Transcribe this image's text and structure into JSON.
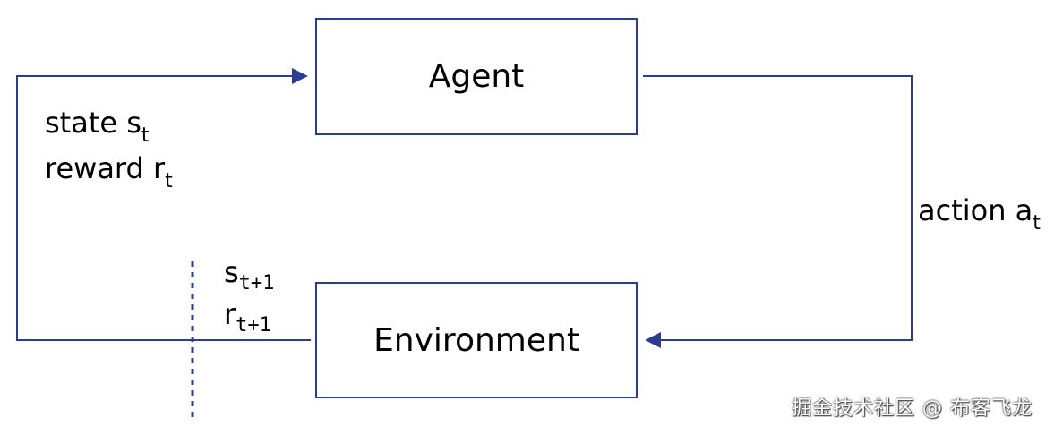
{
  "nodes": {
    "agent": "Agent",
    "environment": "Environment"
  },
  "labels": {
    "state": "state s",
    "state_sub": "t",
    "reward": "reward r",
    "reward_sub": "t",
    "action": "action a",
    "action_sub": "t",
    "next_state": "s",
    "next_state_sub": "t+1",
    "next_reward": "r",
    "next_reward_sub": "t+1"
  },
  "watermark": "掘金技术社区 @ 布客飞龙",
  "colors": {
    "line": "#2b3d91",
    "arrow": "#2b3d91",
    "dashed": "#2b3d91"
  }
}
